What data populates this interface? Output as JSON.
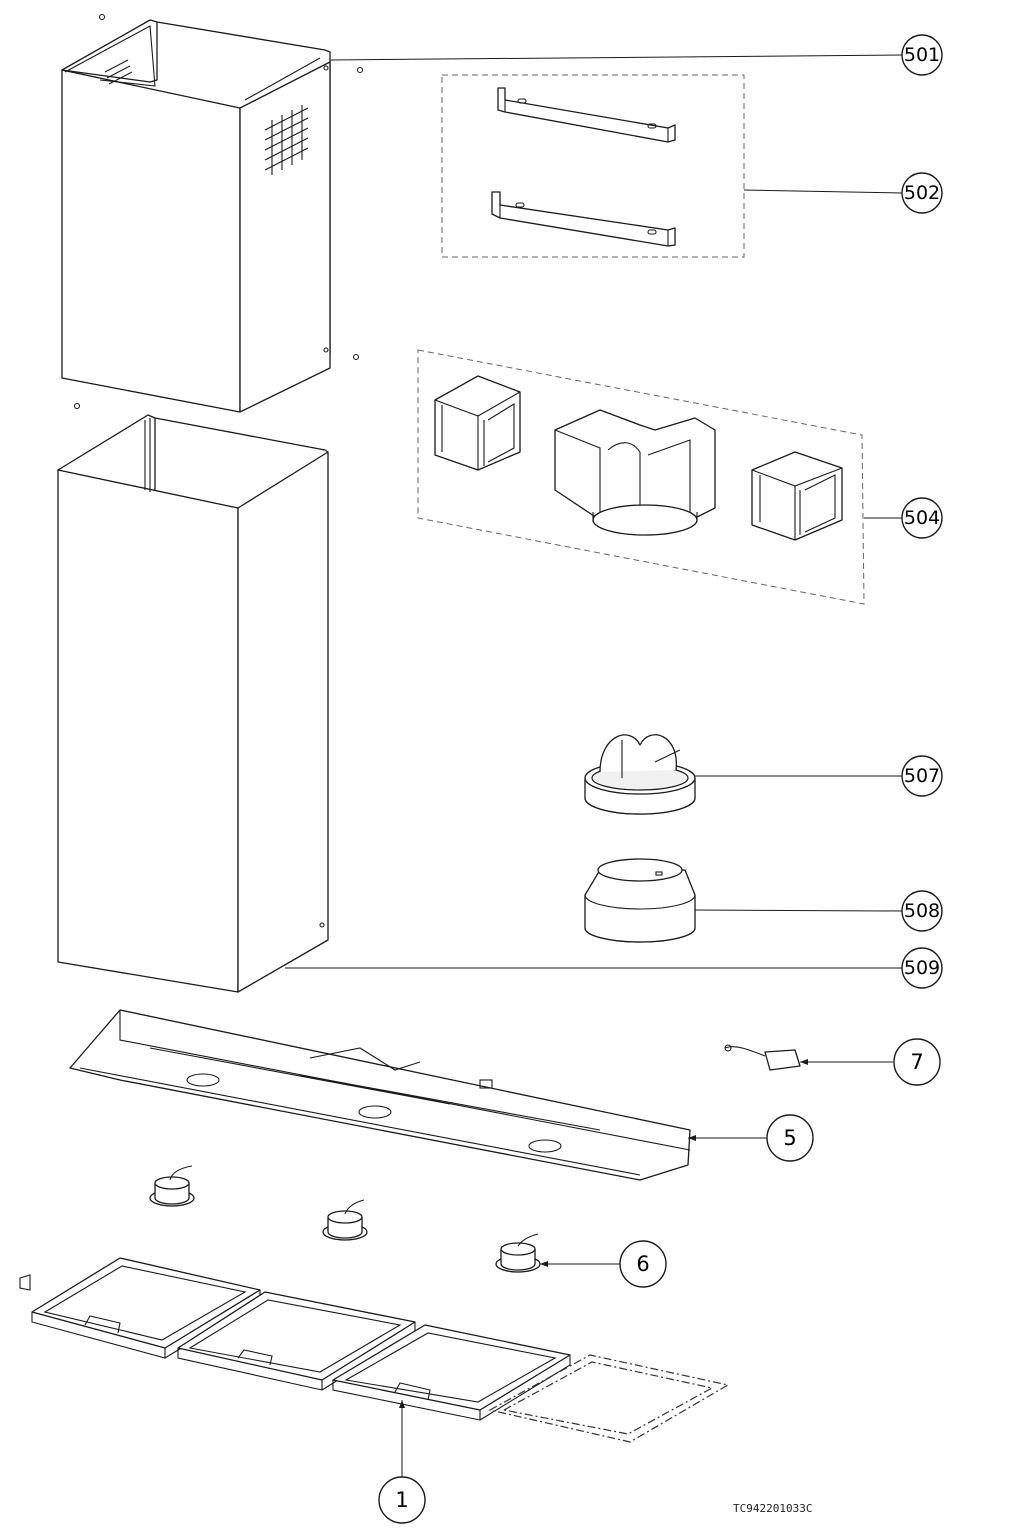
{
  "callouts": {
    "c501": "501",
    "c502": "502",
    "c504": "504",
    "c507": "507",
    "c508": "508",
    "c509": "509",
    "c7": "7",
    "c5": "5",
    "c6": "6",
    "c1": "1"
  },
  "document_code": "TC942201033C"
}
